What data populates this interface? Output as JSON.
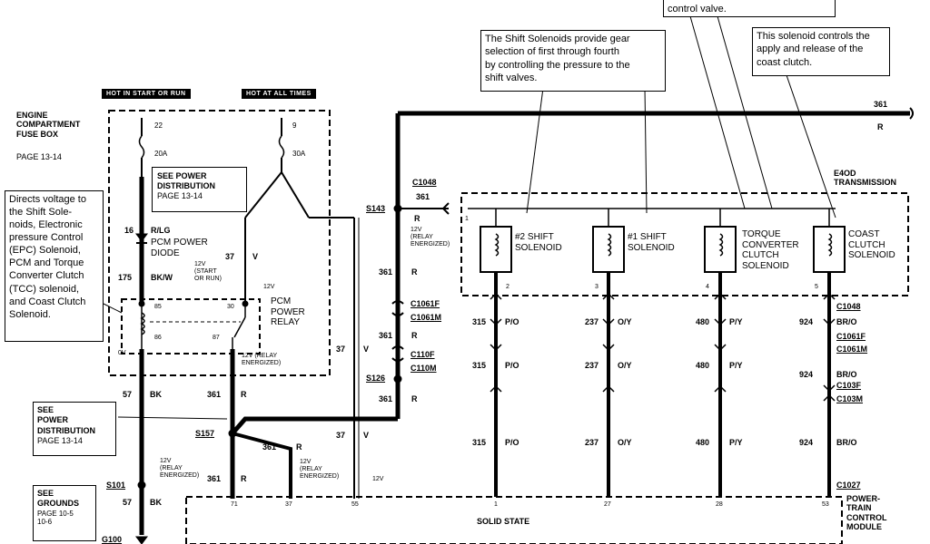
{
  "notes": {
    "control_valve": "control valve.",
    "shift_solenoids": "The Shift Solenoids provide gear\nselection of first through fourth\nby controlling the pressure to the\nshift valves.",
    "coast_clutch": "This solenoid controls the\napply and release of the\ncoast clutch.",
    "directs_voltage": "Directs voltage to\nthe Shift Sole-\nnoids, Electronic\npressure Control\n(EPC) Solenoid,\nPCM and Torque\nConverter Clutch\n(TCC) solenoid,\nand Coast Clutch\nSolenoid."
  },
  "pills": {
    "hot_start_run": "HOT IN START OR RUN",
    "hot_all_times": "HOT AT ALL TIMES"
  },
  "fuse_box": {
    "title": "ENGINE\nCOMPARTMENT\nFUSE BOX",
    "page": "PAGE 13-14",
    "fuse1_num": "22",
    "fuse1_amp": "20A",
    "fuse2_num": "9",
    "fuse2_amp": "30A",
    "see_power": "SEE POWER\nDISTRIBUTION",
    "see_power_page": "PAGE 13-14"
  },
  "diode": {
    "wire_num": "16",
    "wire_color": "R/LG",
    "label": "PCM POWER\nDIODE"
  },
  "relay": {
    "label": "PCM\nPOWER\nRELAY",
    "pin85": "85",
    "pin86": "86",
    "pin30": "30",
    "pin87": "87",
    "start_label": "12V\n(START\nOR RUN)",
    "relay_12v": "12V",
    "energized_label": "12V (RELAY\nENERGIZED)",
    "zero_v": "0V"
  },
  "wires": {
    "w175": "175",
    "w175_color": "BK/W",
    "w37": "37",
    "w37_color": "V",
    "w57": "57",
    "w57_color": "BK",
    "w361": "361",
    "w361_color": "R"
  },
  "left_refs": {
    "power_title": "SEE\nPOWER\nDISTRIBUTION",
    "power_page": "PAGE 13-14",
    "grounds_title": "SEE\nGROUNDS",
    "grounds_page": "PAGE 10-5\n10-6"
  },
  "splices": {
    "s101": "S101",
    "s157": "S157",
    "s126": "S126",
    "s143": "S143",
    "g100": "G100"
  },
  "connectors": {
    "c1048": "C1048",
    "c1061f": "C1061F",
    "c1061m": "C1061M",
    "c110f": "C110F",
    "c110m": "C110M",
    "c103f": "C103F",
    "c103m": "C103M",
    "c1027": "C1027"
  },
  "small_labels": {
    "relay_energized": "12V\n(RELAY\nENERGIZED)",
    "twelve_v": "12V",
    "pin1": "1"
  },
  "transmission": {
    "title": "E4OD\nTRANSMISSION"
  },
  "solenoids": [
    {
      "label": "#2 SHIFT\nSOLENOID",
      "pin": "2",
      "wire": "315",
      "color": "P/O"
    },
    {
      "label": "#1 SHIFT\nSOLENOID",
      "pin": "3",
      "wire": "237",
      "color": "O/Y"
    },
    {
      "label": "TORQUE\nCONVERTER\nCLUTCH\nSOLENOID",
      "pin": "4",
      "wire": "480",
      "color": "P/Y"
    },
    {
      "label": "COAST\nCLUTCH\nSOLENOID",
      "pin": "5",
      "wire": "924",
      "color": "BR/O"
    }
  ],
  "pcm": {
    "title": "POWER-\nTRAIN\nCONTROL\nMODULE",
    "state": "SOLID STATE",
    "pins": [
      "71",
      "37",
      "55",
      "1",
      "27",
      "28",
      "53"
    ]
  }
}
